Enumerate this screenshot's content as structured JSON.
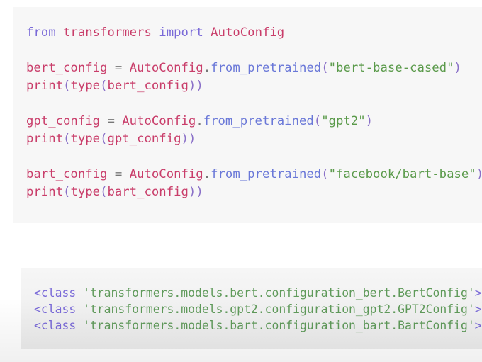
{
  "code": {
    "lines": [
      [
        [
          "kw",
          "from "
        ],
        [
          "id",
          "transformers "
        ],
        [
          "kw",
          "import "
        ],
        [
          "id",
          "AutoConfig"
        ]
      ],
      [],
      [
        [
          "id",
          "bert_config "
        ],
        [
          "op",
          "= "
        ],
        [
          "id",
          "AutoConfig"
        ],
        [
          "op",
          "."
        ],
        [
          "fn",
          "from_pretrained"
        ],
        [
          "pu",
          "("
        ],
        [
          "st",
          "\"bert-base-cased\""
        ],
        [
          "pu",
          ")"
        ]
      ],
      [
        [
          "id",
          "print"
        ],
        [
          "pu",
          "("
        ],
        [
          "id",
          "type"
        ],
        [
          "pu",
          "("
        ],
        [
          "id",
          "bert_config"
        ],
        [
          "pu",
          "))"
        ]
      ],
      [],
      [
        [
          "id",
          "gpt_config "
        ],
        [
          "op",
          "= "
        ],
        [
          "id",
          "AutoConfig"
        ],
        [
          "op",
          "."
        ],
        [
          "fn",
          "from_pretrained"
        ],
        [
          "pu",
          "("
        ],
        [
          "st",
          "\"gpt2\""
        ],
        [
          "pu",
          ")"
        ]
      ],
      [
        [
          "id",
          "print"
        ],
        [
          "pu",
          "("
        ],
        [
          "id",
          "type"
        ],
        [
          "pu",
          "("
        ],
        [
          "id",
          "gpt_config"
        ],
        [
          "pu",
          "))"
        ]
      ],
      [],
      [
        [
          "id",
          "bart_config "
        ],
        [
          "op",
          "= "
        ],
        [
          "id",
          "AutoConfig"
        ],
        [
          "op",
          "."
        ],
        [
          "fn",
          "from_pretrained"
        ],
        [
          "pu",
          "("
        ],
        [
          "st",
          "\"facebook/bart-base\""
        ],
        [
          "pu",
          ")"
        ]
      ],
      [
        [
          "id",
          "print"
        ],
        [
          "pu",
          "("
        ],
        [
          "id",
          "type"
        ],
        [
          "pu",
          "("
        ],
        [
          "id",
          "bart_config"
        ],
        [
          "pu",
          "))"
        ]
      ]
    ]
  },
  "output": {
    "lines": [
      [
        [
          "tag",
          "<class "
        ],
        [
          "out",
          "'transformers.models.bert.configuration_bert.BertConfig'"
        ],
        [
          "tag",
          ">"
        ]
      ],
      [
        [
          "tag",
          "<class "
        ],
        [
          "out",
          "'transformers.models.gpt2.configuration_gpt2.GPT2Config'"
        ],
        [
          "tag",
          ">"
        ]
      ],
      [
        [
          "tag",
          "<class "
        ],
        [
          "out",
          "'transformers.models.bart.configuration_bart.BartConfig'"
        ],
        [
          "tag",
          ">"
        ]
      ]
    ]
  }
}
